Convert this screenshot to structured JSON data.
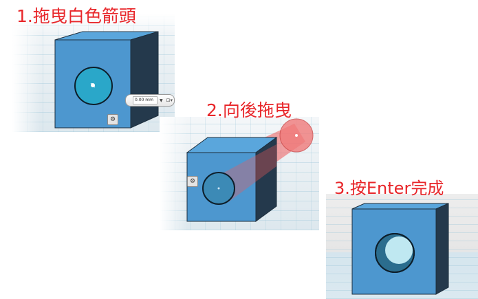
{
  "steps": [
    {
      "label": "1.拖曳白色箭頭"
    },
    {
      "label": "2.向後拖曳"
    },
    {
      "label": "3.按Enter完成"
    }
  ],
  "dimension": {
    "value": "0.00 mm",
    "dropdown_icon": "triangle-down-icon",
    "options_icon": "options-icon"
  },
  "icons": {
    "gear": "gear-icon"
  },
  "colors": {
    "label_red": "#e8262a",
    "cube_front": "#4d97cf",
    "cube_top": "#5aa6dc",
    "cube_side": "#24394c",
    "hole": "#2aa7c9",
    "preview_red": "#ee5a5a"
  }
}
